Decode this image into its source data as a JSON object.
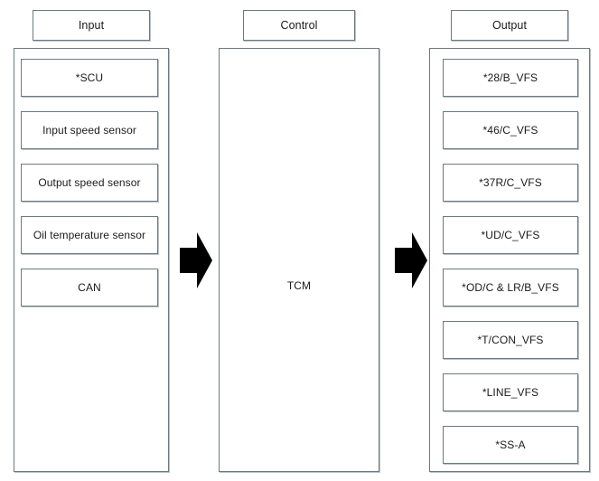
{
  "diagram": {
    "title": "TCM Input / Control / Output block diagram",
    "border_color": "#6b7a80",
    "shadow_color": "#b9c2c6",
    "arrow_color": "#000000",
    "background": "#ffffff"
  },
  "columns": [
    {
      "id": "input",
      "header": "Input",
      "items": [
        {
          "label": "*SCU"
        },
        {
          "label": "Input speed sensor"
        },
        {
          "label": "Output speed sensor"
        },
        {
          "label": "Oil temperature sensor"
        },
        {
          "label": "CAN"
        }
      ]
    },
    {
      "id": "control",
      "header": "Control",
      "items": [
        {
          "label": "TCM"
        }
      ]
    },
    {
      "id": "output",
      "header": "Output",
      "items": [
        {
          "label": "*28/B_VFS"
        },
        {
          "label": "*46/C_VFS"
        },
        {
          "label": "*37R/C_VFS"
        },
        {
          "label": "*UD/C_VFS"
        },
        {
          "label": "*OD/C & LR/B_VFS"
        },
        {
          "label": "*T/CON_VFS"
        },
        {
          "label": "*LINE_VFS"
        },
        {
          "label": "*SS-A"
        }
      ]
    }
  ],
  "arrows": [
    {
      "id": "input-to-control",
      "direction": "right"
    },
    {
      "id": "control-to-output",
      "direction": "right"
    }
  ]
}
